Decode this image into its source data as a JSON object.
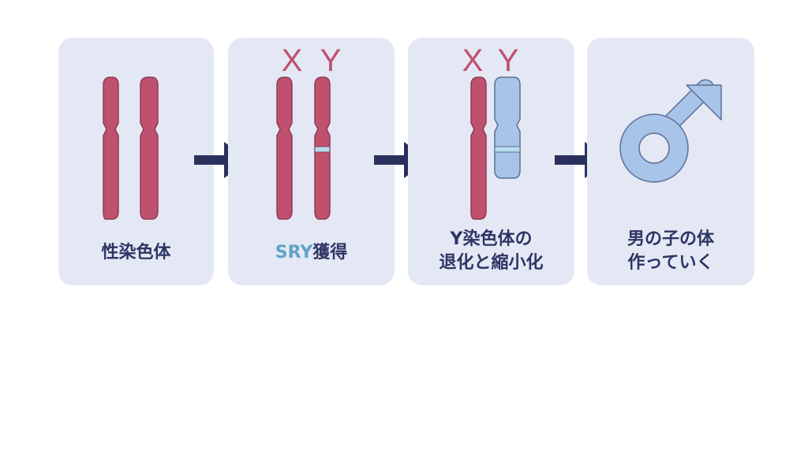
{
  "panels": [
    {
      "caption": "性染色体"
    },
    {
      "labels": {
        "x": "X",
        "y": "Y"
      },
      "caption_highlight": "SRY",
      "caption_rest": "獲得"
    },
    {
      "labels": {
        "x": "X",
        "y": "Y"
      },
      "caption_line1": "Y染色体の",
      "caption_line2": "退化と縮小化"
    },
    {
      "symbol": "male-symbol",
      "caption_line1": "男の子の体",
      "caption_line2": "作っていく"
    }
  ],
  "colors": {
    "panel_bg": "#e3e8f4",
    "chromosome_red": "#c0506f",
    "chromosome_blue": "#a8c4e8",
    "band": "#b6dcec",
    "arrow": "#2b2f5e",
    "text": "#2e3564",
    "highlight": "#62a3c7"
  }
}
